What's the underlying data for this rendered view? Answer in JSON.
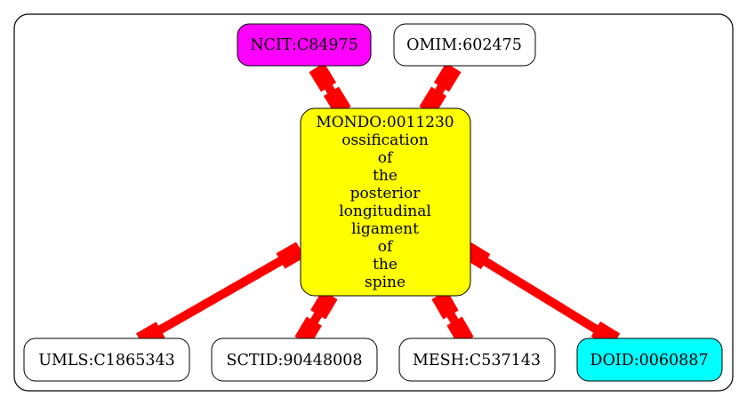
{
  "graph": {
    "center": {
      "id": "MONDO:0011230",
      "label_lines": [
        "ossification",
        "of",
        "the",
        "posterior",
        "longitudinal",
        "ligament",
        "of",
        "the",
        "spine"
      ],
      "fill": "#ffff00"
    },
    "nodes": [
      {
        "key": "ncit",
        "label": "NCIT:C84975",
        "fill": "#ff00ff"
      },
      {
        "key": "omim",
        "label": "OMIM:602475",
        "fill": "#ffffff"
      },
      {
        "key": "umls",
        "label": "UMLS:C1865343",
        "fill": "#ffffff"
      },
      {
        "key": "sctid",
        "label": "SCTID:90448008",
        "fill": "#ffffff"
      },
      {
        "key": "mesh",
        "label": "MESH:C537143",
        "fill": "#ffffff"
      },
      {
        "key": "doid",
        "label": "DOID:0060887",
        "fill": "#00ffff"
      }
    ],
    "edge_color": "#ff0000"
  }
}
